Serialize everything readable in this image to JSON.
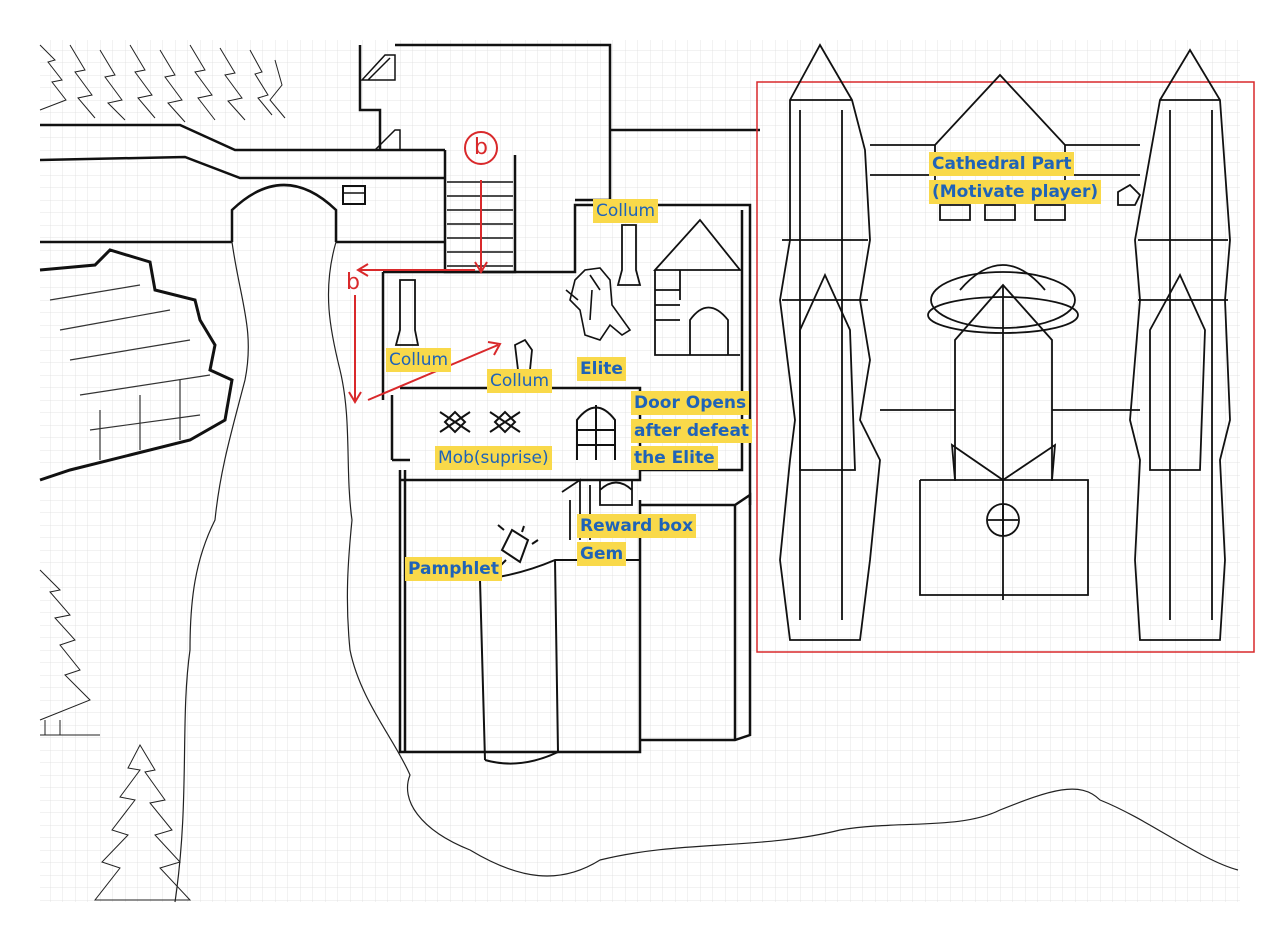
{
  "markers": {
    "b_top": "b",
    "b_left": "b"
  },
  "labels": {
    "cathedral_line1": "Cathedral Part",
    "cathedral_line2": "(Motivate player)",
    "collum_top": "Collum",
    "collum_left": "Collum",
    "collum_mid": "Collum",
    "elite": "Elite",
    "door_line1": "Door Opens",
    "door_line2": "after defeat",
    "door_line3": "the Elite",
    "mob": "Mob(suprise)",
    "reward_line1": "Reward box",
    "reward_line2": "Gem",
    "pamphlet": "Pamphlet"
  },
  "colors": {
    "label_bg": "#f9d94a",
    "label_text": "#1f63b8",
    "annotation_red": "#d9292b",
    "ink": "#111111",
    "grid": "#dcdcdc"
  }
}
